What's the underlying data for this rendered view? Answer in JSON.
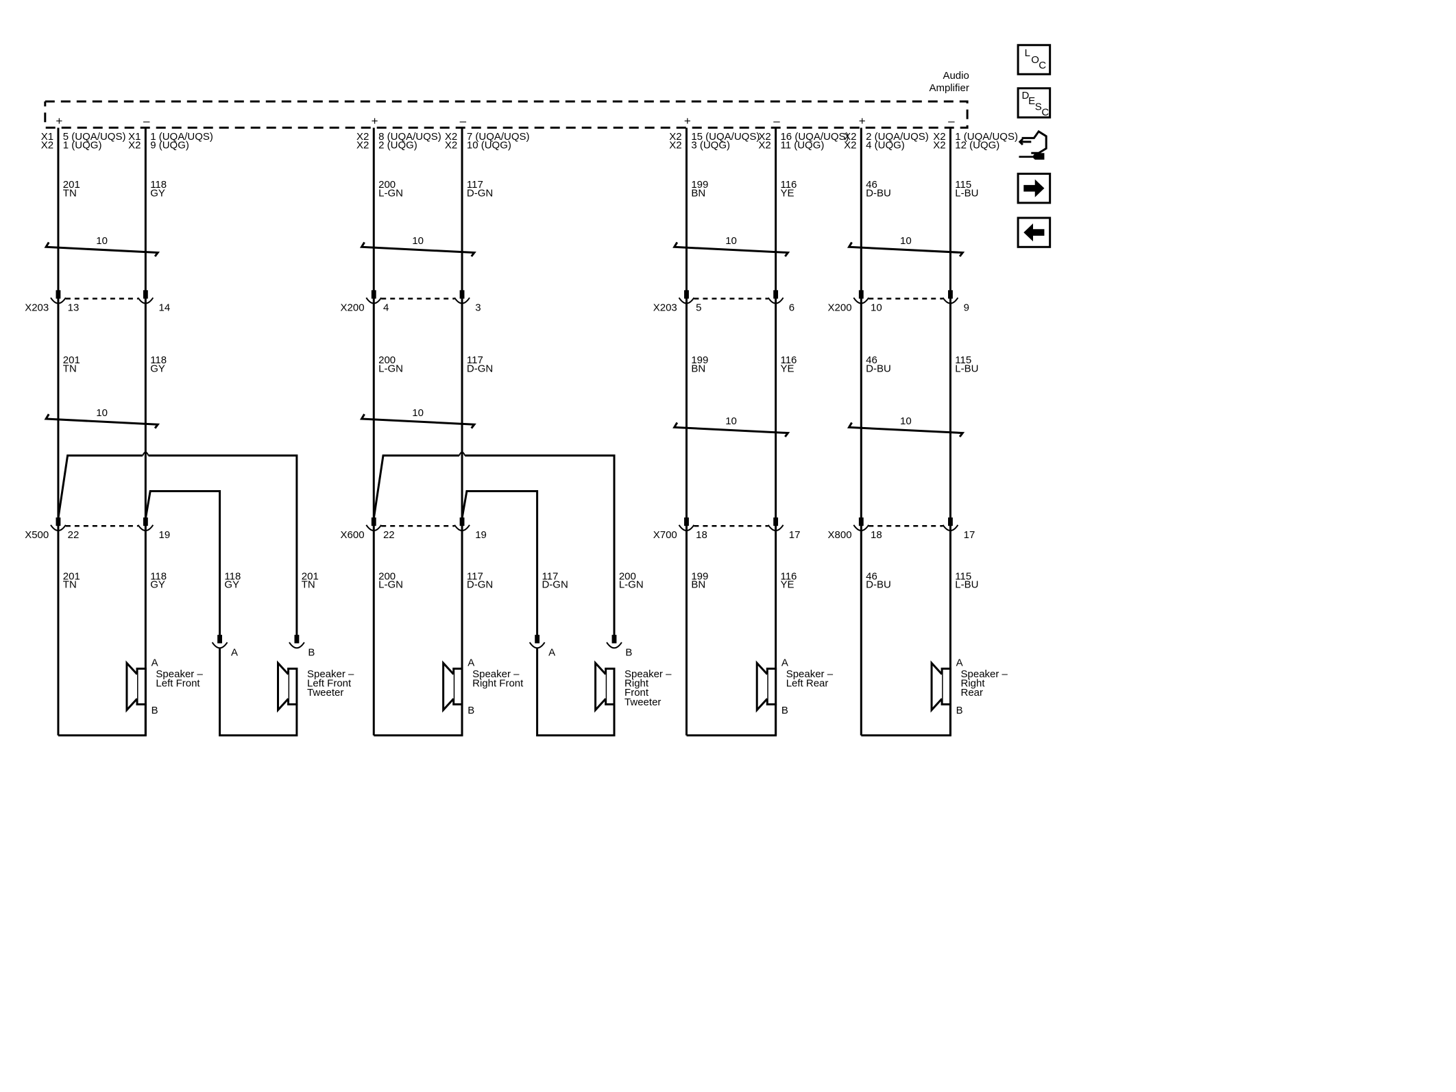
{
  "module": {
    "line1": "Audio",
    "line2": "Amplifier"
  },
  "nav": {
    "loc": [
      "L",
      "O",
      "C"
    ],
    "desc": [
      "D",
      "E",
      "S",
      "C"
    ]
  },
  "icons": {
    "loc": "location-icon",
    "desc": "description-icon",
    "service": "service-information-icon",
    "next": "arrow-right-icon",
    "prev": "arrow-left-icon"
  },
  "twist_label": "10",
  "groups": [
    {
      "pins": [
        {
          "sign": "+",
          "conn": [
            "X1",
            "X2"
          ],
          "pin": [
            "5 (UQA/UQS)",
            "1 (UQG)"
          ],
          "circuit": "201",
          "color": "TN"
        },
        {
          "sign": "–",
          "conn": [
            "X1",
            "X2"
          ],
          "pin": [
            "1 (UQA/UQS)",
            "9 (UQG)"
          ],
          "circuit": "118",
          "color": "GY"
        }
      ],
      "inline1": {
        "name": "X203",
        "pins": [
          "13",
          "14"
        ]
      },
      "inline2": {
        "name": "X500",
        "pins": [
          "22",
          "19"
        ]
      },
      "branch": [
        {
          "circuit": "118",
          "color": "GY"
        },
        {
          "circuit": "201",
          "color": "TN"
        }
      ],
      "speaker": {
        "name": [
          "Speaker –",
          "Left Front"
        ],
        "a": "A",
        "b": "B"
      },
      "tweeter": {
        "name": [
          "Speaker –",
          "Left Front",
          "Tweeter"
        ],
        "a": "A",
        "b": "B"
      }
    },
    {
      "pins": [
        {
          "sign": "+",
          "conn": [
            "X2",
            "X2"
          ],
          "pin": [
            "8 (UQA/UQS)",
            "2 (UQG)"
          ],
          "circuit": "200",
          "color": "L-GN"
        },
        {
          "sign": "–",
          "conn": [
            "X2",
            "X2"
          ],
          "pin": [
            "7 (UQA/UQS)",
            "10 (UQG)"
          ],
          "circuit": "117",
          "color": "D-GN"
        }
      ],
      "inline1": {
        "name": "X200",
        "pins": [
          "4",
          "3"
        ]
      },
      "inline2": {
        "name": "X600",
        "pins": [
          "22",
          "19"
        ]
      },
      "branch": [
        {
          "circuit": "117",
          "color": "D-GN"
        },
        {
          "circuit": "200",
          "color": "L-GN"
        }
      ],
      "speaker": {
        "name": [
          "Speaker –",
          "Right Front"
        ],
        "a": "A",
        "b": "B"
      },
      "tweeter": {
        "name": [
          "Speaker –",
          "Right",
          "Front",
          "Tweeter"
        ],
        "a": "A",
        "b": "B"
      }
    },
    {
      "pins": [
        {
          "sign": "+",
          "conn": [
            "X2",
            "X2"
          ],
          "pin": [
            "15 (UQA/UQS)",
            "3 (UQG)"
          ],
          "circuit": "199",
          "color": "BN"
        },
        {
          "sign": "–",
          "conn": [
            "X2",
            "X2"
          ],
          "pin": [
            "16 (UQA/UQS)",
            "11 (UQG)"
          ],
          "circuit": "116",
          "color": "YE"
        }
      ],
      "inline1": {
        "name": "X203",
        "pins": [
          "5",
          "6"
        ]
      },
      "inline2": {
        "name": "X700",
        "pins": [
          "18",
          "17"
        ]
      },
      "speaker": {
        "name": [
          "Speaker –",
          "Left Rear"
        ],
        "a": "A",
        "b": "B"
      }
    },
    {
      "pins": [
        {
          "sign": "+",
          "conn": [
            "X2",
            "X2"
          ],
          "pin": [
            "2 (UQA/UQS)",
            "4 (UQG)"
          ],
          "circuit": "46",
          "color": "D-BU"
        },
        {
          "sign": "–",
          "conn": [
            "X2",
            "X2"
          ],
          "pin": [
            "1 (UQA/UQS)",
            "12 (UQG)"
          ],
          "circuit": "115",
          "color": "L-BU"
        }
      ],
      "inline1": {
        "name": "X200",
        "pins": [
          "10",
          "9"
        ]
      },
      "inline2": {
        "name": "X800",
        "pins": [
          "18",
          "17"
        ]
      },
      "speaker": {
        "name": [
          "Speaker –",
          "Right",
          "Rear"
        ],
        "a": "A",
        "b": "B"
      }
    }
  ]
}
